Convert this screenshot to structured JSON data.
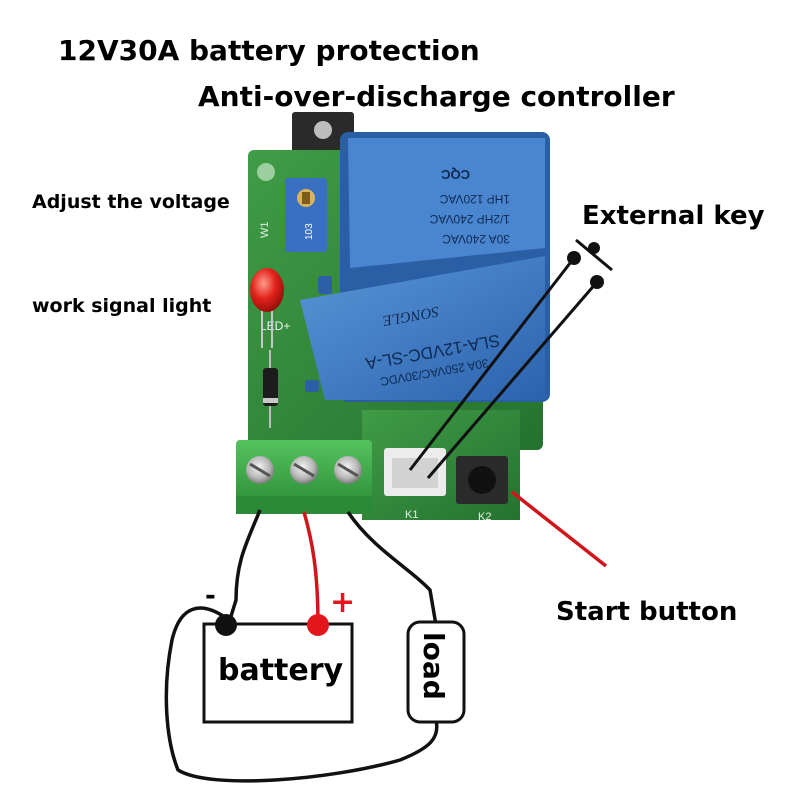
{
  "title": {
    "line1": "12V30A battery protection",
    "line2": "Anti-over-discharge controller"
  },
  "labels": {
    "adjust_voltage": "Adjust the voltage",
    "work_signal_light": "work signal light",
    "external_key": "External key",
    "start_button": "Start button",
    "battery": "battery",
    "load": "load",
    "minus": "-",
    "plus": "+"
  },
  "relay": {
    "brand": "SONGLE",
    "model": "SLA-12VDC-SL-A",
    "rating_1": "30A 250VAC/30VDC",
    "rating_2": "1HP 120VAC",
    "rating_3": "1/2HP 240VAC",
    "rating_4": "30A 240VAC",
    "mark": "CQC"
  },
  "board": {
    "led_label": "LED+",
    "k1": "K1",
    "k2": "K2",
    "pot_code": "103",
    "w_label": "W1"
  },
  "colors": {
    "pcb": "#2f8a3a",
    "relay": "#3a78c8",
    "terminal": "#3faa4a",
    "wire_red": "#d0151c",
    "wire_black": "#111111"
  }
}
